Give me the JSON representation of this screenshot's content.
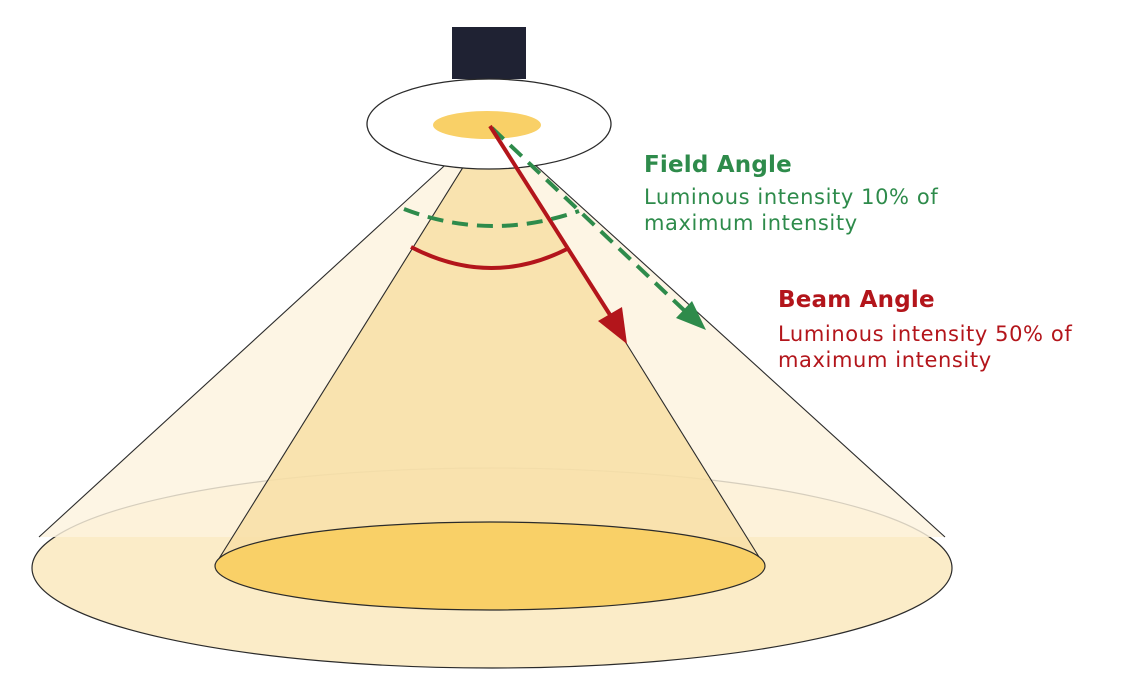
{
  "colors": {
    "field": "#2e8b4b",
    "beam": "#b3151b",
    "fixture": "#1f2233",
    "outer_cone": "#fcf3de",
    "inner_cone": "#f8dfa6",
    "inner_spot": "#f9d067",
    "outer_spot": "#fbecc8",
    "outline": "#2b2b2b"
  },
  "field": {
    "title": "Field Angle",
    "desc_line1": "Luminous intensity 10% of",
    "desc_line2": "maximum intensity"
  },
  "beam": {
    "title": "Beam Angle",
    "desc_line1": "Luminous intensity 50% of",
    "desc_line2": "maximum intensity"
  },
  "icons": {
    "fixture": "light-fixture-icon"
  }
}
